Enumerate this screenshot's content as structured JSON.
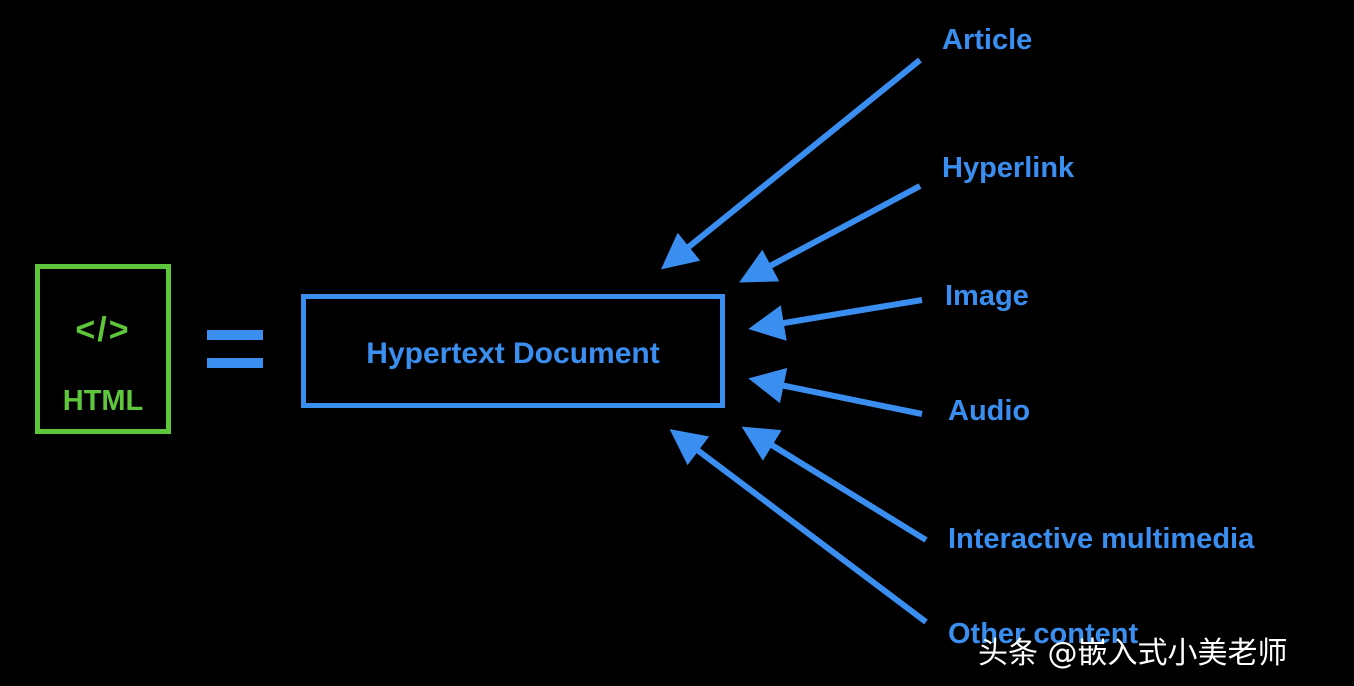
{
  "html_box": {
    "code_symbol": "</>",
    "label": "HTML"
  },
  "equals": "=",
  "document_box": {
    "label": "Hypertext Document"
  },
  "content_types": [
    {
      "label": "Article"
    },
    {
      "label": "Hyperlink"
    },
    {
      "label": "Image"
    },
    {
      "label": "Audio"
    },
    {
      "label": "Interactive multimedia"
    },
    {
      "label": "Other content"
    }
  ],
  "watermark": "头条 @嵌入式小美老师",
  "colors": {
    "background": "#000000",
    "html_green": "#5ec63a",
    "accent_blue": "#3a8ef0"
  }
}
